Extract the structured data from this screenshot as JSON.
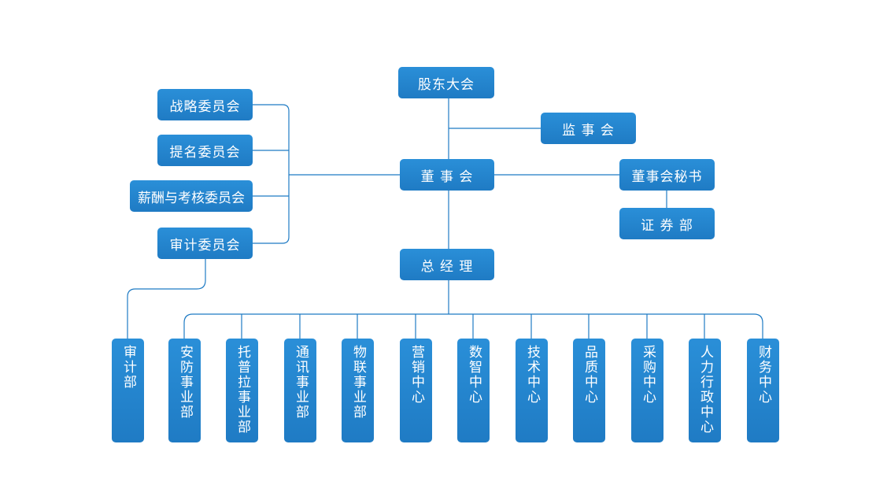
{
  "colors": {
    "box": "#1f7bc4",
    "line": "#1f7bc4",
    "text": "#ffffff"
  },
  "top": {
    "shareholders": "股东大会",
    "supervisory": "监 事 会",
    "board": "董 事 会",
    "board_secretary": "董事会秘书",
    "securities": "证 券 部",
    "general_manager": "总 经 理"
  },
  "committees": [
    "战略委员会",
    "提名委员会",
    "薪酬与考核委员会",
    "审计委员会"
  ],
  "departments": [
    "审计部",
    "安防事业部",
    "托普拉事业部",
    "通讯事业部",
    "物联事业部",
    "营销中心",
    "数智中心",
    "技术中心",
    "品质中心",
    "采购中心",
    "人力行政中心",
    "财务中心"
  ]
}
